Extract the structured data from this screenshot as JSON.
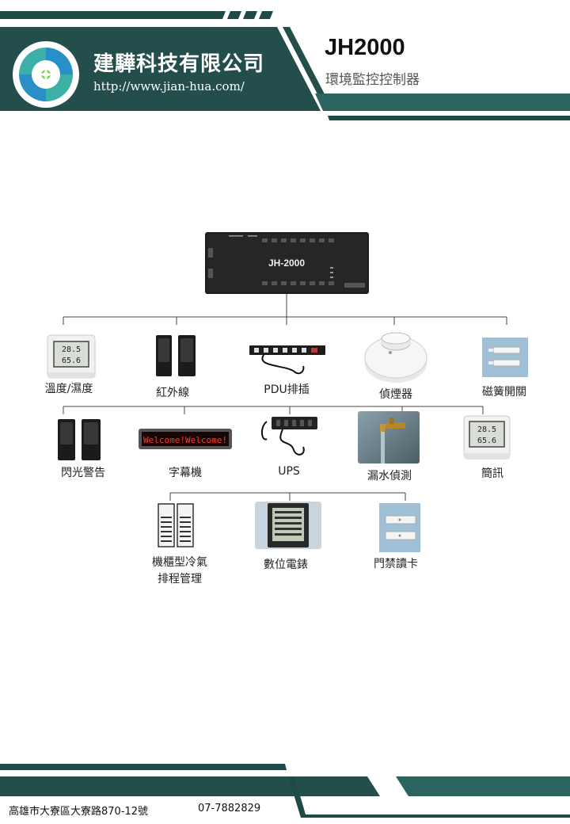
{
  "header": {
    "company_name": "建驊科技有限公司",
    "company_url": "http://www.jian-hua.com/",
    "product_model": "JH2000",
    "product_desc": "環境監控控制器"
  },
  "controller": {
    "label": "JH-2000"
  },
  "devices": {
    "temp_humidity": "溫度/濕度",
    "infrared": "紅外線",
    "pdu": "PDU排插",
    "smoke": "偵煙器",
    "reed_switch": "磁簧開關",
    "strobe": "閃光警告",
    "marquee": "字幕機",
    "marquee_text": "Welcome!Welcome!",
    "ups": "UPS",
    "water_leak": "漏水偵測",
    "sms": "簡訊",
    "cabinet_ac_1": "機櫃型冷氣",
    "cabinet_ac_2": "排程管理",
    "digital_meter": "數位電錶",
    "access_card": "門禁讀卡"
  },
  "display_values": {
    "temp": "28.5",
    "humidity": "65.6"
  },
  "footer": {
    "address": "高雄市大寮區大寮路870-12號",
    "phone": "07-7882829"
  },
  "colors": {
    "teal_dark": "#1e4a48",
    "teal": "#2c6560",
    "brand_green": "#3aa39a"
  }
}
